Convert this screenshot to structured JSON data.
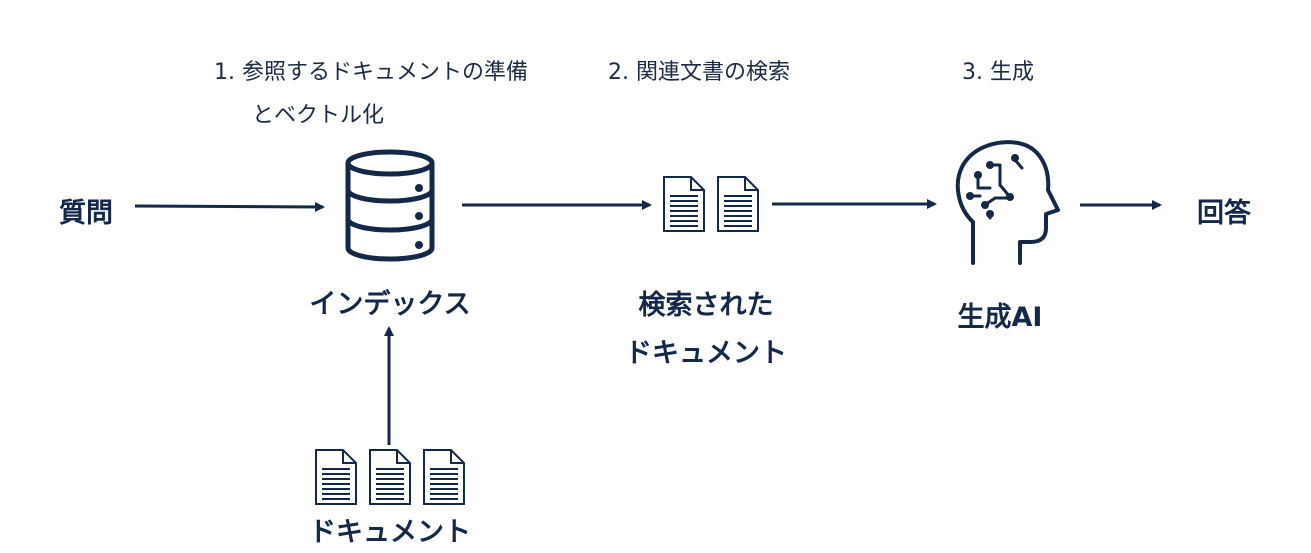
{
  "steps": {
    "step1_line1": "1.  参照するドキュメントの準備",
    "step1_line2": "とベクトル化",
    "step2": "2. 関連文書の検索",
    "step3": "3. 生成"
  },
  "nodes": {
    "question": "質問",
    "index": "インデックス",
    "retrieved_line1": "検索された",
    "retrieved_line2": "ドキュメント",
    "generative_ai": "生成AI",
    "answer": "回答",
    "documents": "ドキュメント"
  },
  "icons": {
    "database": "database-icon",
    "document": "document-icon",
    "ai_head": "ai-head-icon"
  },
  "colors": {
    "primary": "#14284a"
  }
}
